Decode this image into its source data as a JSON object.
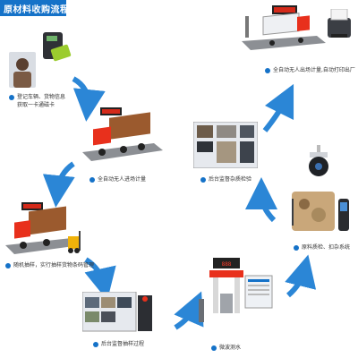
{
  "title": "原材料收购流程图",
  "colors": {
    "accent": "#1572c8",
    "arrow": "#2b86d6",
    "truck": "#e8301c",
    "scale": "#8c8f94"
  },
  "steps": [
    {
      "lines": [
        "登记车辆、货物信息",
        "获取一卡通磁卡"
      ]
    },
    {
      "lines": [
        "全自动无人进场计量"
      ]
    },
    {
      "lines": [
        "随机抽样，实行抽样货物条码管理"
      ]
    },
    {
      "lines": [
        "后台监督抽样过程"
      ]
    },
    {
      "lines": [
        "微波测水"
      ]
    },
    {
      "lines": [
        "原料质检、扣杂系统"
      ]
    },
    {
      "lines": [
        "后台监督杂质检验"
      ]
    },
    {
      "lines": [
        "全自动无人出场计量,自动打印出厂"
      ]
    }
  ],
  "weigh_display_text": "888",
  "icons": [
    "registration-person-icon",
    "card-reader-icon",
    "truck-icon",
    "forklift-icon",
    "monitor-icon",
    "moisture-meter-icon",
    "dome-camera-icon",
    "handheld-scanner-icon",
    "receipt-printer-icon",
    "flow-arrow-icon"
  ]
}
